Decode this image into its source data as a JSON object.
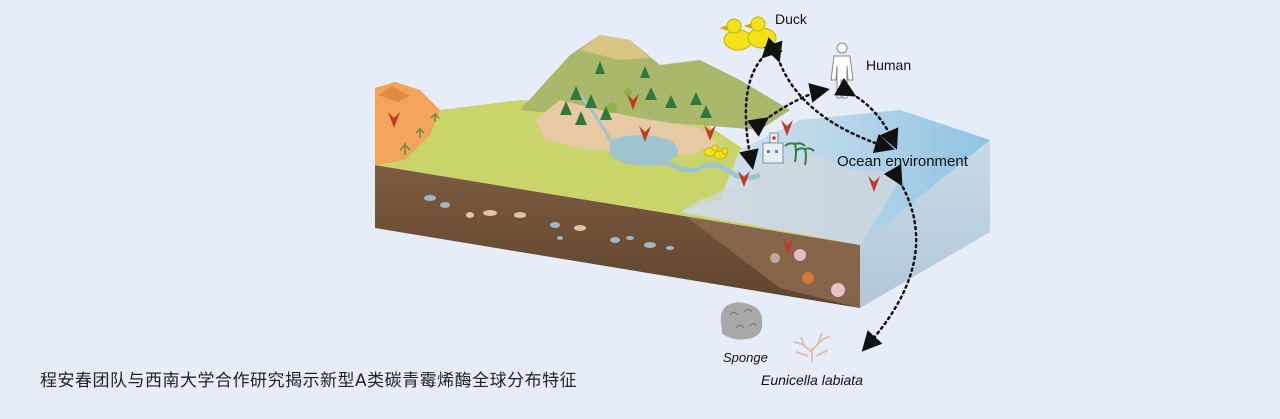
{
  "labels": {
    "duck": "Duck",
    "human": "Human",
    "ocean": "Ocean environment",
    "sponge": "Sponge",
    "coral": "Eunicella labiata"
  },
  "caption": "程安春团队与西南大学合作研究揭示新型A类碳青霉烯酶全球分布特征",
  "colors": {
    "background": "#e6ecf8",
    "land": "#c9d56a",
    "mountain": "#a9b86a",
    "soil": "#6e5038",
    "ocean": "#9cc6de",
    "marker": "#c0392b",
    "duck": "#f2e21a"
  },
  "icons": [
    "tree-icon",
    "duck-icon",
    "human-icon",
    "hospital-icon",
    "palm-icon",
    "sponge-icon",
    "coral-icon",
    "resistance-marker-icon"
  ]
}
